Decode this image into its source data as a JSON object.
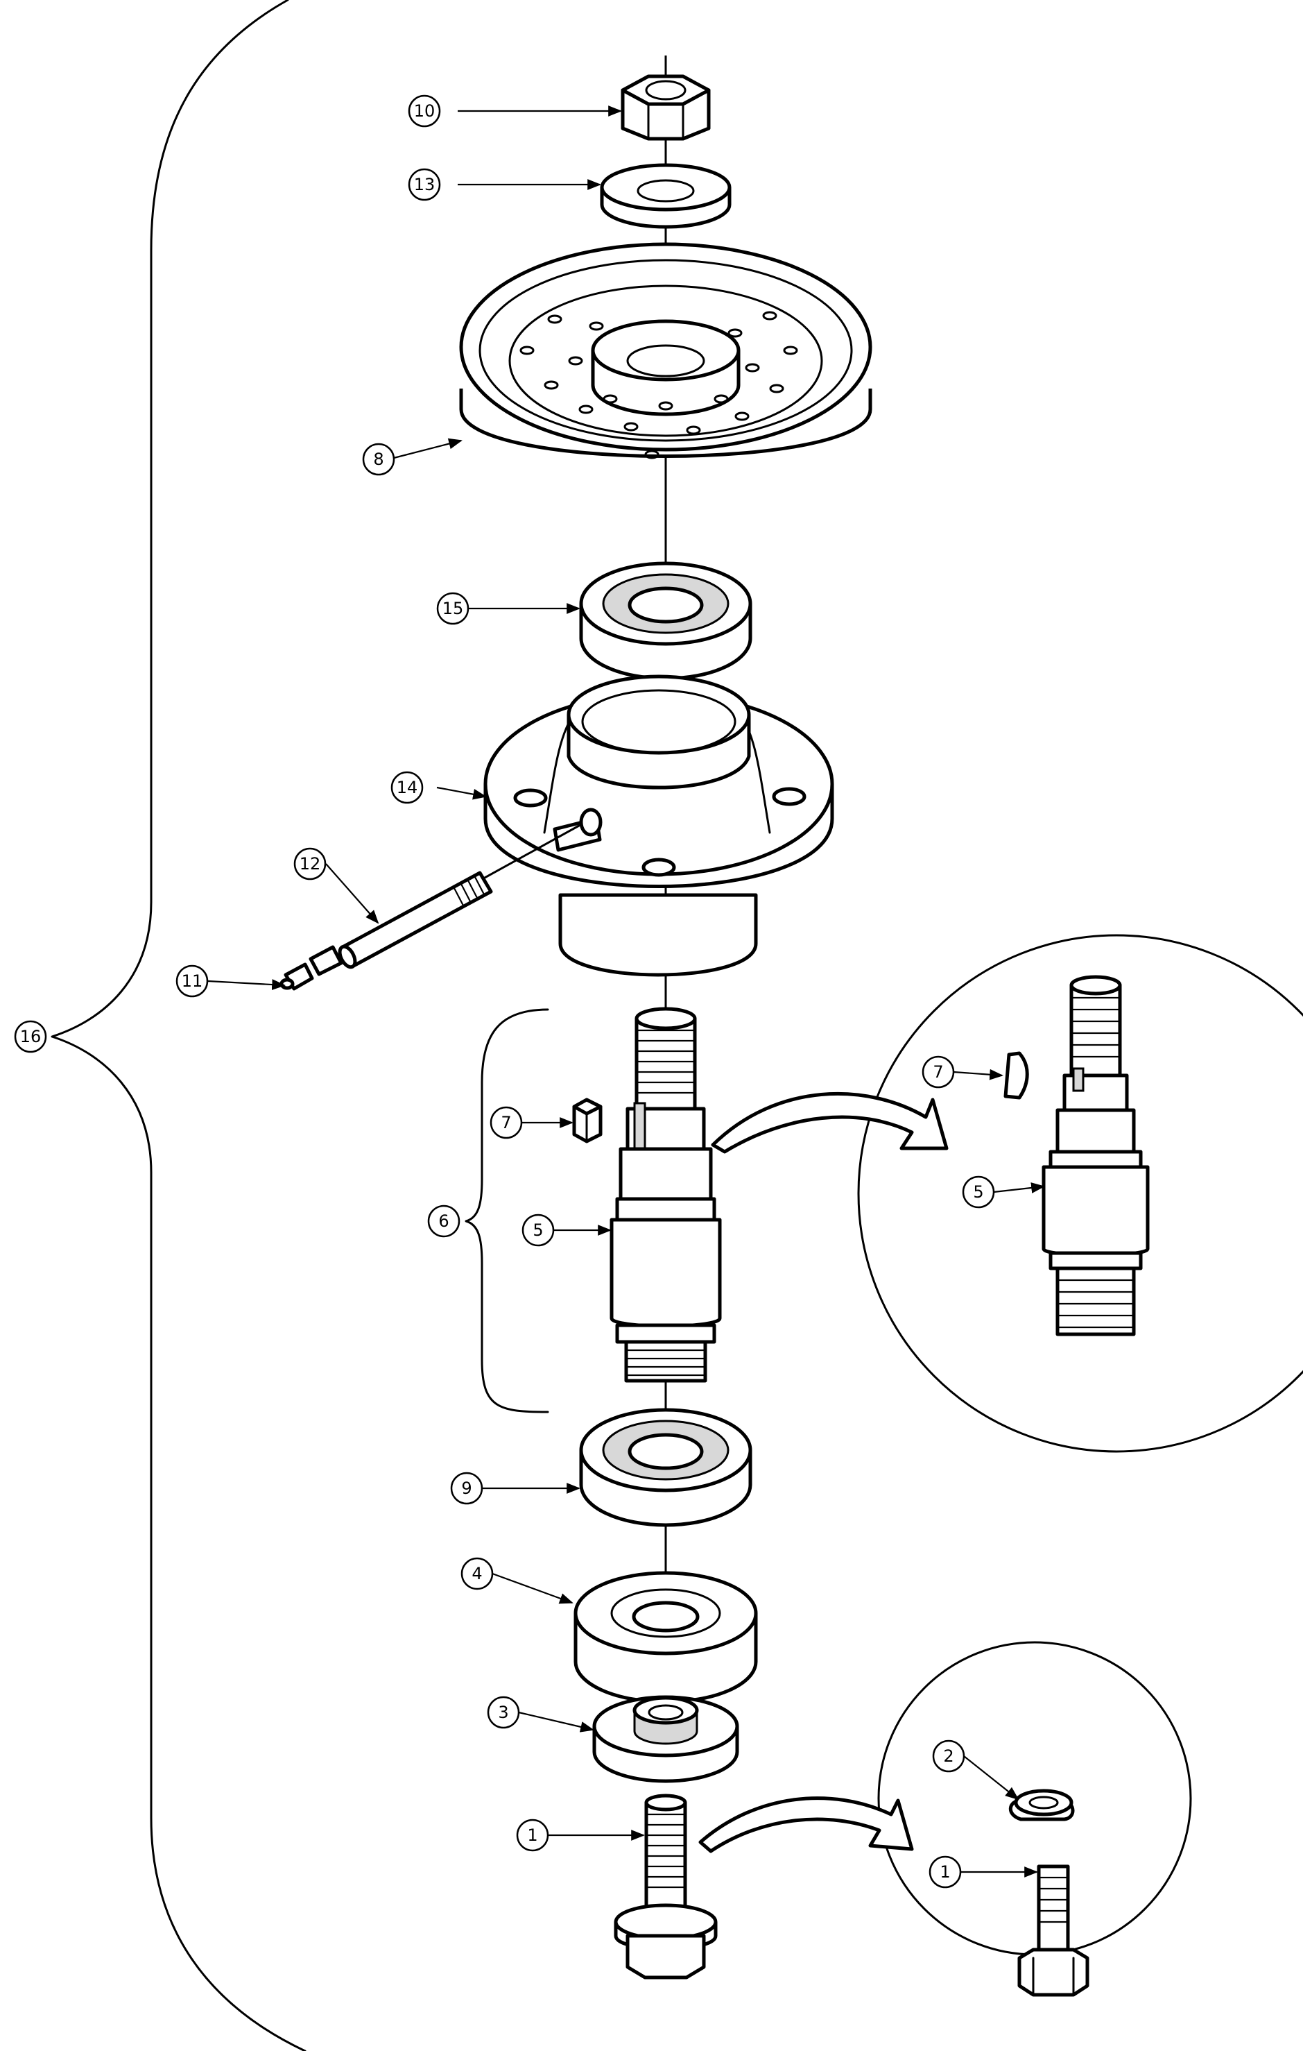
{
  "callouts": {
    "c1": "1",
    "c1b": "1",
    "c2": "2",
    "c3": "3",
    "c4": "4",
    "c5": "5",
    "c5b": "5",
    "c6": "6",
    "c7": "7",
    "c7b": "7",
    "c8": "8",
    "c9": "9",
    "c10": "10",
    "c11": "11",
    "c12": "12",
    "c13": "13",
    "c14": "14",
    "c15": "15",
    "c16": "16"
  }
}
